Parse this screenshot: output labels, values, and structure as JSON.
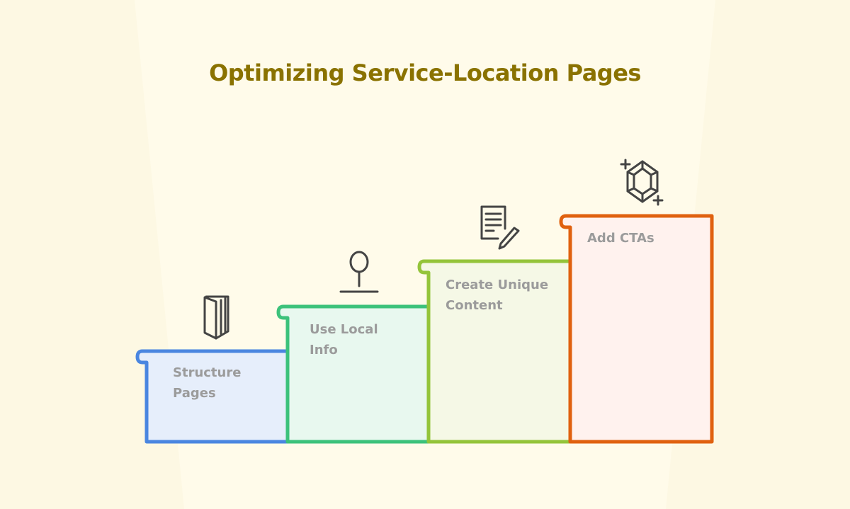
{
  "title": "Optimizing Service-Location Pages",
  "steps": [
    {
      "label": "Structure Pages",
      "icon": "book-icon",
      "color": "#4a86e0",
      "fill": "#e6eefb"
    },
    {
      "label": "Use Local Info",
      "icon": "location-pin-icon",
      "color": "#3cc27b",
      "fill": "#e8f8ef"
    },
    {
      "label": "Create Unique Content",
      "icon": "document-pencil-icon",
      "color": "#94c43a",
      "fill": "#f5f8e6"
    },
    {
      "label": "Add CTAs",
      "icon": "gem-icon",
      "color": "#e0610f",
      "fill": "#fff2ee"
    }
  ]
}
